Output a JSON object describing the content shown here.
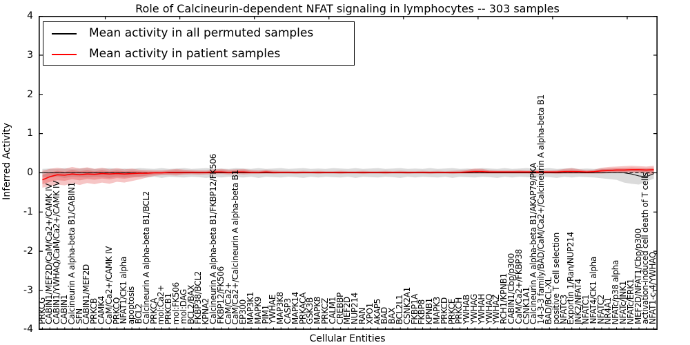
{
  "title": "Role of Calcineurin-dependent NFAT signaling in lymphocytes -- 303 samples",
  "legend": {
    "items": [
      {
        "label": "Mean activity in all permuted samples",
        "color": "#000000"
      },
      {
        "label": "Mean activity in patient samples",
        "color": "#ff0000"
      }
    ]
  },
  "axes": {
    "ylabel": "Inferred Activity",
    "xlabel": "Cellular Entities",
    "yticks": [
      4,
      3,
      2,
      1,
      0,
      -1,
      -2,
      -3,
      -4
    ],
    "ylim": [
      -4,
      4
    ]
  },
  "chart_data": {
    "type": "line",
    "title": "Role of Calcineurin-dependent NFAT signaling in lymphocytes -- 303 samples",
    "xlabel": "Cellular Entities",
    "ylabel": "Inferred Activity",
    "ylim": [
      -4,
      4
    ],
    "grid": false,
    "legend_position": "upper left",
    "zero_reference_line": true,
    "categories": [
      "PRKCG",
      "CABIN1/MEF2D/CaM/Ca2+/CAMK IV",
      "CABIN1/YWHAQ/CaM/Ca2+/CAMK IV",
      "CABIN1",
      "Calcineurin A alpha-beta B1/CABIN1",
      "SFN",
      "CABIN1/MEF2D",
      "PRKCB",
      "CAMK4",
      "CaM/Ca2+/CAMK IV",
      "PRKCQ",
      "NFAT1/CK1 alpha",
      "apoptosis",
      "BCL2",
      "Calcineurin A alpha-beta B1/BCL2",
      "PRKCA",
      "mol:Ca2+",
      "PRKCB1",
      "mol:FK506",
      "mol:DAG",
      "BCL2/BAX",
      "FKBP38/BCL2",
      "KPNA2",
      "Calcineurin A alpha-beta B1/FKBP12/FK506",
      "FKBP12/FK506",
      "CaM/Ca2+",
      "CaM/Ca2+/Calcineurin A alpha-beta B1",
      "EP300",
      "MAP3K1",
      "MAPK9",
      "PIM1",
      "YWHAE",
      "MAP3K8",
      "CASP3",
      "MAPK14",
      "PRKACA",
      "GSK3B",
      "MAPK8",
      "PRKCZ",
      "CALM1",
      "CREBBP",
      "MEF2D",
      "NUP214",
      "RAN",
      "XPO1",
      "AKAP5",
      "BAD",
      "BAX",
      "BCL2L1",
      "CSNK2A1",
      "FKBP1A",
      "FKBP8",
      "KPNB1",
      "MAPK3",
      "PRKCD",
      "PRKCE",
      "PRKCH",
      "YWHAB",
      "YWHAG",
      "YWHAH",
      "YWHAQ",
      "YWHAZ",
      "RCH1/KPNB1",
      "CABIN1/Cbp/p300",
      "CaM/Ca2+/FKBP38",
      "CSNK1A1",
      "Calcineurin A alpha-beta B1/AKAP79/PKA",
      "14-3-3 family/BAD/CaM/Ca2+/Calcineurin A alpha-beta B1",
      "BAD/BCL-XL",
      "positive T cell selection",
      "NFATC3",
      "Exportin 1/Ran/NUP214",
      "JNK2/NFAT4",
      "NFATC1",
      "NFAT4/CK1 alpha",
      "NFATC2",
      "NR4A1",
      "NFATc/p38 alpha",
      "NFATc/JNK1",
      "NFATc/ERK1",
      "MEF2D/NFAT1/Cbp/p300",
      "activation-induced cell death of T cells",
      "NFAT1-c-4/YWHAQ"
    ],
    "series": [
      {
        "name": "Mean activity in all permuted samples",
        "color": "#000000",
        "values": [
          0,
          0,
          0,
          0,
          0,
          0,
          0,
          0,
          0,
          0,
          0,
          0,
          0,
          0,
          0,
          0,
          0,
          0,
          0,
          0,
          0,
          0,
          0,
          0,
          0,
          0,
          0,
          0,
          0,
          0,
          0,
          0,
          0,
          0,
          0,
          0,
          0,
          0,
          0,
          0,
          0,
          0,
          0,
          0,
          0,
          0,
          0,
          0,
          0,
          0,
          0,
          0,
          0,
          0,
          0,
          0,
          0,
          0,
          0,
          0,
          0,
          0,
          0,
          0,
          0,
          0,
          0,
          0,
          0,
          0,
          0,
          0,
          0,
          0,
          0,
          0,
          0,
          0,
          0,
          -0.03,
          -0.08,
          -0.1,
          -0.02
        ]
      },
      {
        "name": "Mean activity in patient samples",
        "color": "#ff0000",
        "values": [
          -0.18,
          -0.1,
          -0.05,
          -0.06,
          -0.03,
          -0.05,
          -0.03,
          -0.04,
          -0.02,
          -0.03,
          -0.02,
          -0.03,
          -0.02,
          -0.01,
          -0.01,
          0,
          0,
          0.01,
          0.01,
          0.01,
          0.01,
          0.01,
          0.01,
          0.02,
          0.02,
          0.01,
          0.02,
          0.02,
          0.01,
          0.01,
          0.02,
          0.01,
          0.01,
          0.01,
          0.01,
          0.01,
          0.01,
          0.01,
          0.01,
          0.01,
          0.01,
          0.01,
          0.01,
          0.01,
          0.01,
          0.01,
          0.01,
          0.01,
          0.01,
          0.01,
          0.01,
          0.01,
          0.01,
          0.01,
          0.01,
          0.01,
          0.01,
          0.02,
          0.03,
          0.03,
          0.02,
          0.02,
          0.02,
          0.02,
          0.02,
          0.02,
          0.02,
          0.02,
          0.02,
          0.02,
          0.03,
          0.03,
          0.03,
          0.02,
          0.03,
          0.05,
          0.06,
          0.07,
          0.07,
          0.08,
          0.08,
          0.07,
          0.08
        ]
      }
    ],
    "bands": [
      {
        "name": "permuted samples range",
        "color": "#999999",
        "upper": [
          0.1,
          0.11,
          0.1,
          0.12,
          0.1,
          0.11,
          0.12,
          0.1,
          0.11,
          0.12,
          0.1,
          0.11,
          0.1,
          0.12,
          0.11,
          0.1,
          0.12,
          0.1,
          0.11,
          0.12,
          0.1,
          0.11,
          0.12,
          0.1,
          0.11,
          0.1,
          0.12,
          0.11,
          0.1,
          0.12,
          0.1,
          0.11,
          0.12,
          0.1,
          0.11,
          0.12,
          0.1,
          0.11,
          0.1,
          0.12,
          0.11,
          0.1,
          0.12,
          0.1,
          0.11,
          0.12,
          0.1,
          0.11,
          0.12,
          0.1,
          0.11,
          0.1,
          0.12,
          0.1,
          0.11,
          0.12,
          0.1,
          0.11,
          0.1,
          0.12,
          0.11,
          0.1,
          0.12,
          0.1,
          0.11,
          0.12,
          0.1,
          0.11,
          0.12,
          0.1,
          0.11,
          0.12,
          0.1,
          0.11,
          0.1,
          0.11,
          0.1,
          0.1,
          0.1,
          0.09,
          0.1,
          0.1,
          0.1
        ],
        "lower": [
          -0.1,
          -0.12,
          -0.1,
          -0.13,
          -0.1,
          -0.11,
          -0.12,
          -0.1,
          -0.11,
          -0.13,
          -0.1,
          -0.12,
          -0.1,
          -0.11,
          -0.12,
          -0.1,
          -0.13,
          -0.1,
          -0.11,
          -0.12,
          -0.1,
          -0.11,
          -0.13,
          -0.1,
          -0.12,
          -0.1,
          -0.11,
          -0.12,
          -0.1,
          -0.13,
          -0.1,
          -0.11,
          -0.12,
          -0.1,
          -0.11,
          -0.13,
          -0.1,
          -0.12,
          -0.1,
          -0.11,
          -0.12,
          -0.1,
          -0.13,
          -0.1,
          -0.11,
          -0.12,
          -0.1,
          -0.11,
          -0.13,
          -0.1,
          -0.12,
          -0.1,
          -0.11,
          -0.12,
          -0.1,
          -0.13,
          -0.1,
          -0.11,
          -0.12,
          -0.1,
          -0.11,
          -0.13,
          -0.1,
          -0.12,
          -0.1,
          -0.11,
          -0.12,
          -0.1,
          -0.11,
          -0.13,
          -0.1,
          -0.12,
          -0.1,
          -0.11,
          -0.12,
          -0.14,
          -0.16,
          -0.18,
          -0.25,
          -0.28,
          -0.3,
          -0.22,
          -0.15
        ]
      },
      {
        "name": "patient samples range",
        "color": "#e03030",
        "upper": [
          0.05,
          0.1,
          0.13,
          0.1,
          0.15,
          0.11,
          0.14,
          0.1,
          0.13,
          0.09,
          0.12,
          0.09,
          0.11,
          0.08,
          0.07,
          0.06,
          0.06,
          0.08,
          0.1,
          0.08,
          0.07,
          0.06,
          0.06,
          0.09,
          0.1,
          0.08,
          0.09,
          0.1,
          0.07,
          0.06,
          0.08,
          0.06,
          0.05,
          0.05,
          0.04,
          0.05,
          0.04,
          0.05,
          0.04,
          0.04,
          0.05,
          0.04,
          0.04,
          0.05,
          0.04,
          0.04,
          0.05,
          0.04,
          0.05,
          0.04,
          0.04,
          0.05,
          0.04,
          0.05,
          0.04,
          0.05,
          0.06,
          0.08,
          0.11,
          0.1,
          0.07,
          0.06,
          0.06,
          0.06,
          0.07,
          0.06,
          0.06,
          0.06,
          0.06,
          0.07,
          0.1,
          0.12,
          0.09,
          0.07,
          0.08,
          0.13,
          0.15,
          0.16,
          0.17,
          0.18,
          0.17,
          0.16,
          0.18
        ],
        "lower": [
          -0.38,
          -0.34,
          -0.3,
          -0.32,
          -0.27,
          -0.31,
          -0.26,
          -0.29,
          -0.25,
          -0.28,
          -0.23,
          -0.25,
          -0.21,
          -0.17,
          -0.12,
          -0.08,
          -0.06,
          -0.06,
          -0.07,
          -0.05,
          -0.04,
          -0.05,
          -0.04,
          -0.04,
          -0.03,
          -0.04,
          -0.03,
          -0.04,
          -0.03,
          -0.03,
          -0.02,
          -0.03,
          -0.02,
          -0.02,
          -0.03,
          -0.02,
          -0.02,
          -0.03,
          -0.02,
          -0.02,
          -0.03,
          -0.02,
          -0.02,
          -0.03,
          -0.02,
          -0.02,
          -0.03,
          -0.02,
          -0.02,
          -0.03,
          -0.02,
          -0.02,
          -0.03,
          -0.02,
          -0.02,
          -0.03,
          -0.02,
          -0.02,
          -0.02,
          -0.02,
          -0.02,
          -0.02,
          -0.02,
          -0.02,
          -0.02,
          -0.02,
          -0.03,
          -0.02,
          -0.02,
          -0.03,
          -0.02,
          -0.02,
          -0.02,
          -0.02,
          -0.02,
          -0.02,
          -0.01,
          -0.01,
          -0.01,
          0.0,
          -0.01,
          -0.02,
          -0.05
        ]
      }
    ]
  }
}
